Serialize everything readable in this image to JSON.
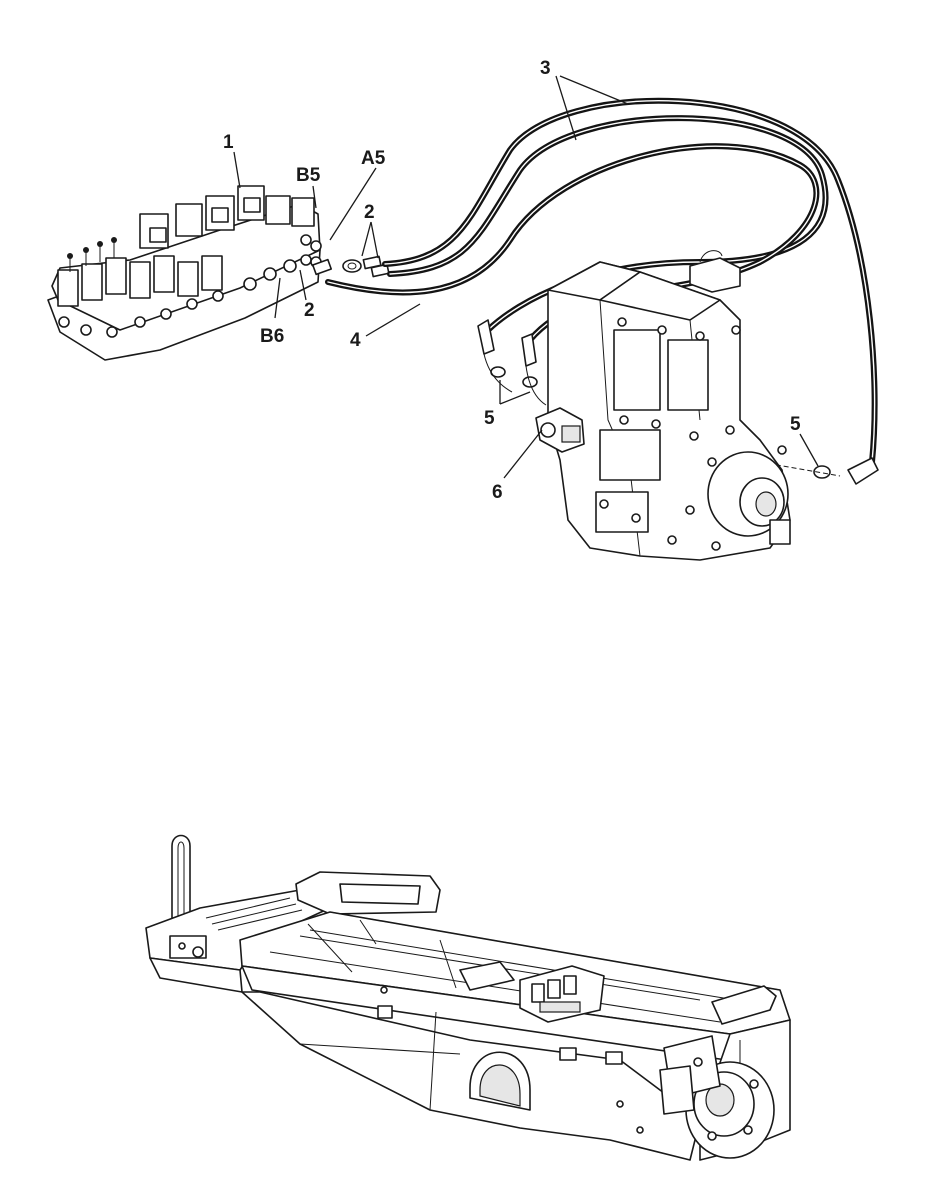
{
  "callouts": {
    "c1": "1",
    "c2a": "2",
    "c2b": "2",
    "c3": "3",
    "c4": "4",
    "c5a": "5",
    "c5b": "5",
    "c6": "6",
    "a5": "A5",
    "b5": "B5",
    "b6": "B6"
  }
}
